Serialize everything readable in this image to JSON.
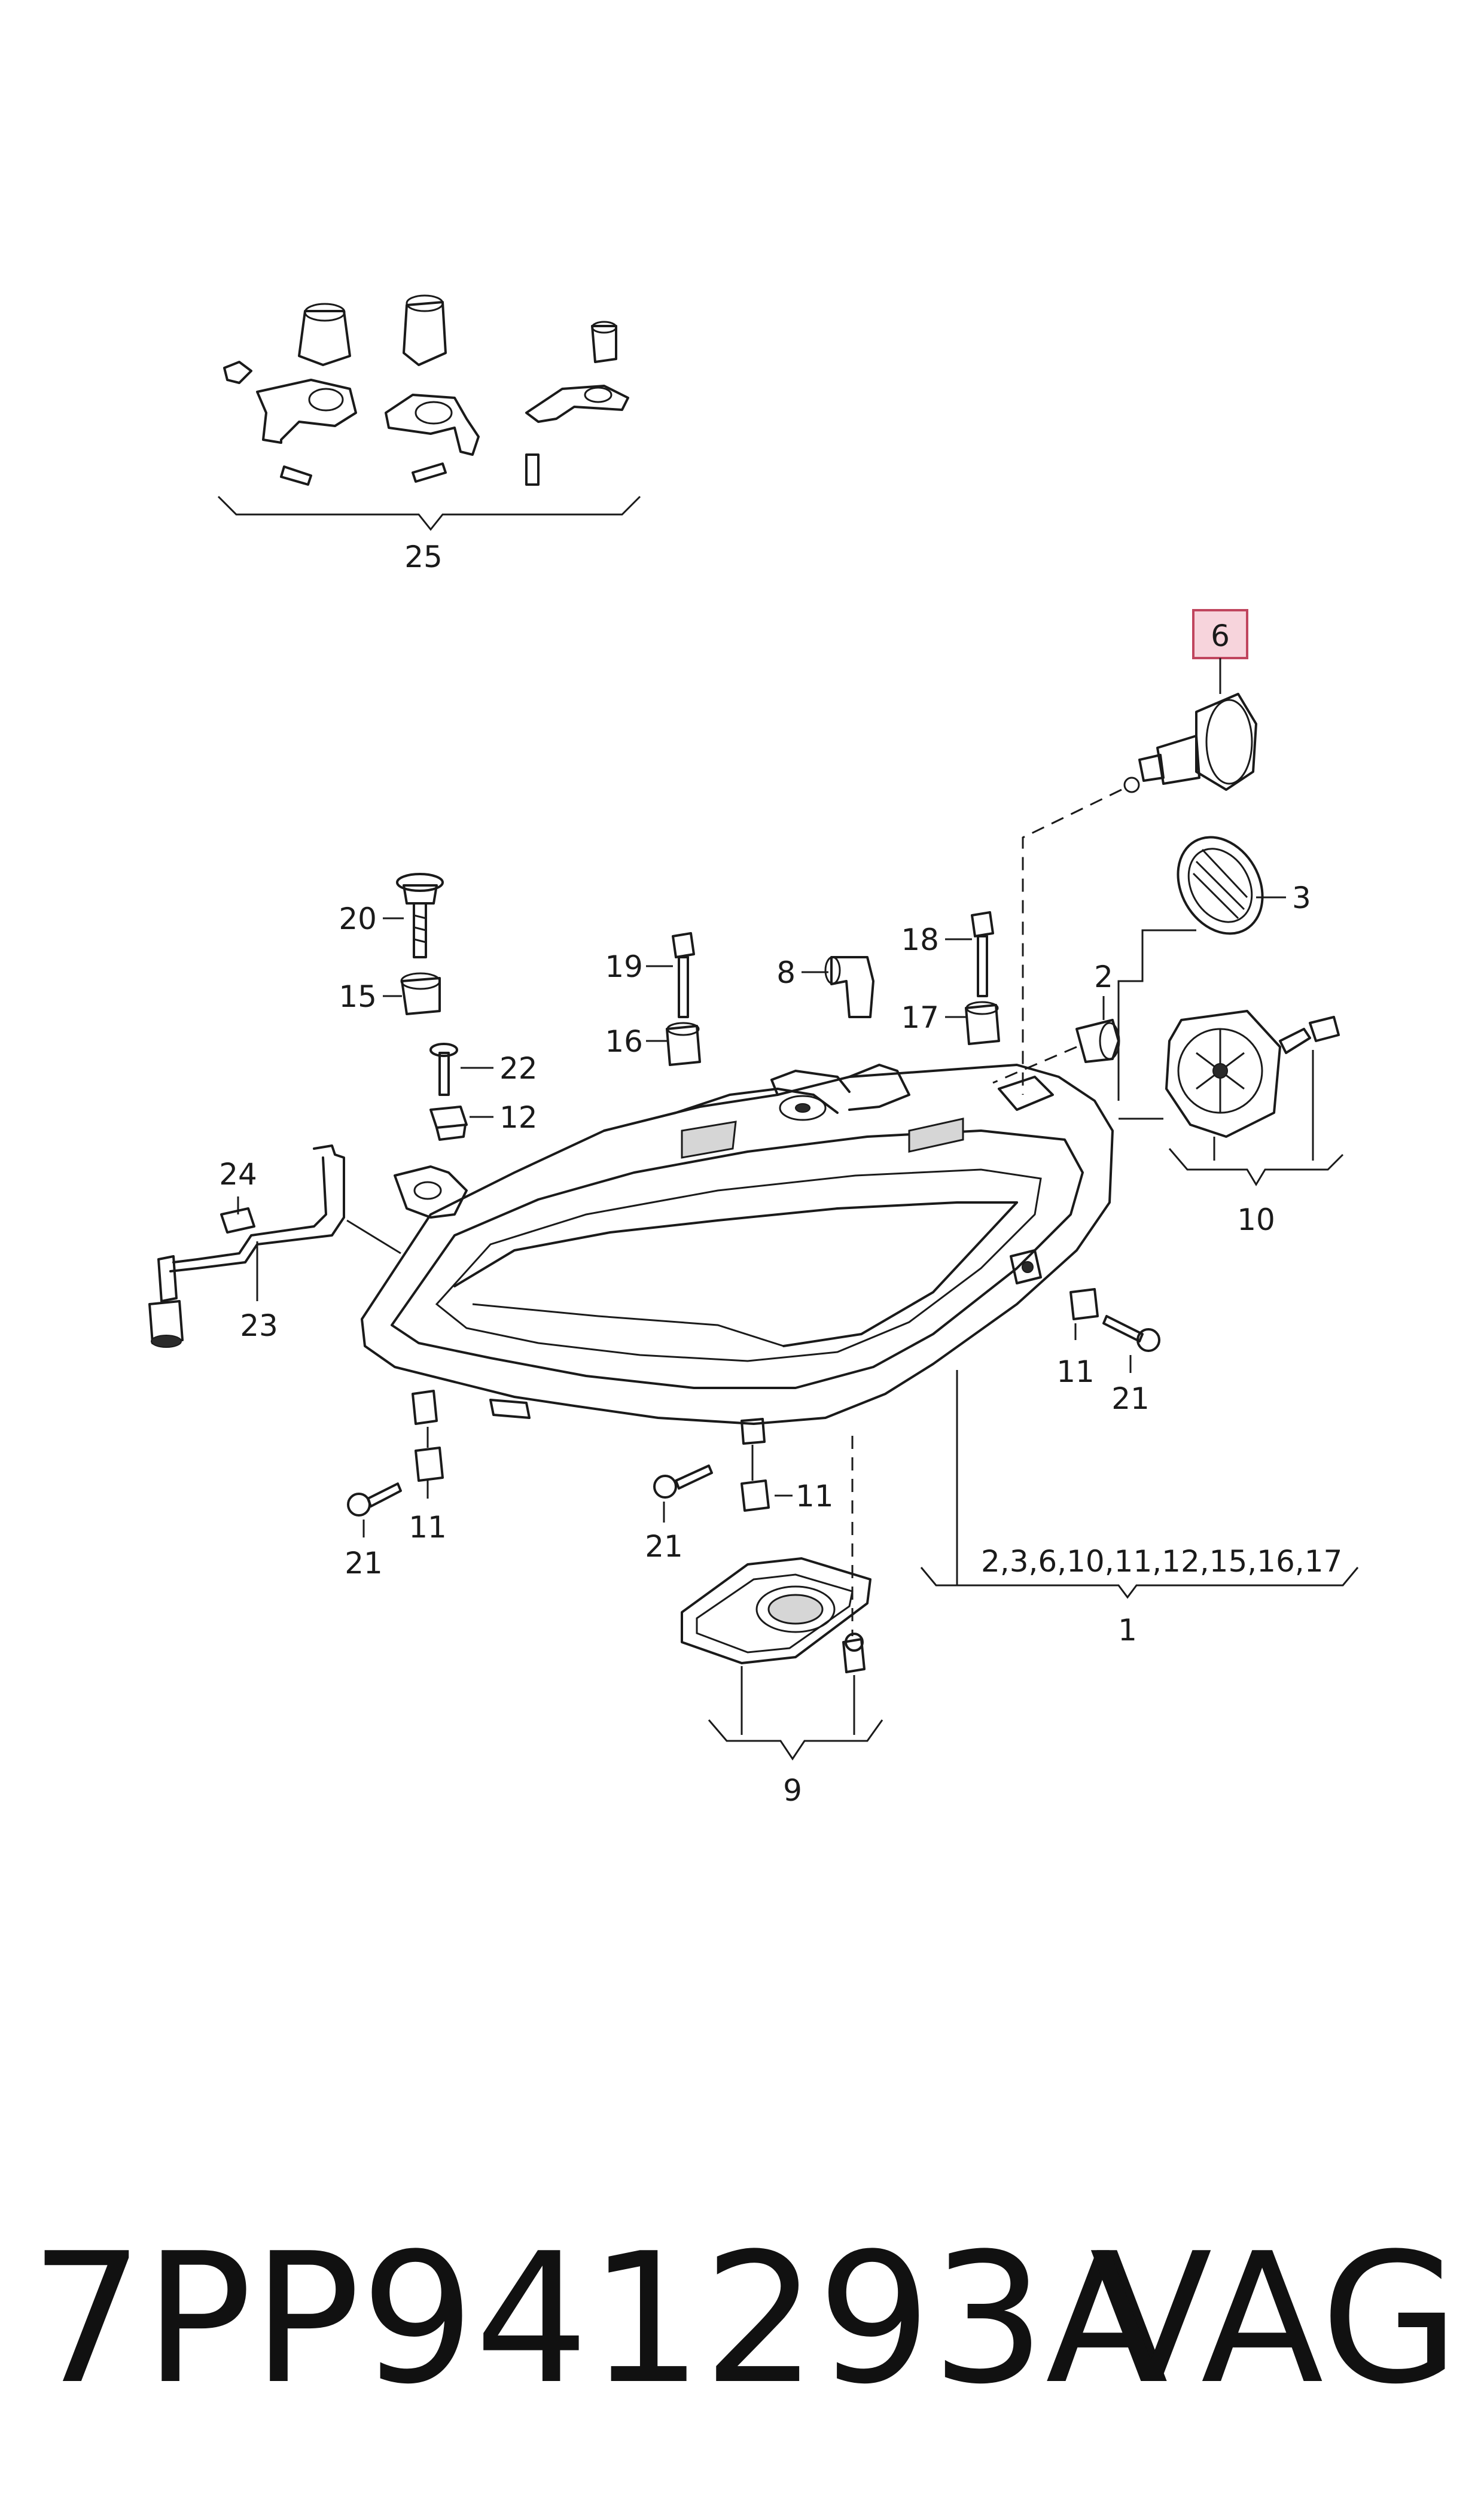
{
  "diagram": {
    "callouts": {
      "c1": "1",
      "c2": "2",
      "c3": "3",
      "c6": "6",
      "c8": "8",
      "c9": "9",
      "c10": "10",
      "c11a": "11",
      "c11b": "11",
      "c11c": "11",
      "c12": "12",
      "c15": "15",
      "c16": "16",
      "c17": "17",
      "c18": "18",
      "c19": "19",
      "c20": "20",
      "c21a": "21",
      "c21b": "21",
      "c21c": "21",
      "c22": "22",
      "c23": "23",
      "c24": "24",
      "c25": "25",
      "assembly_list": "2,3,6,10,11,12,15,16,17"
    },
    "highlighted_callout": "6",
    "highlight_color": "#f7d4dc"
  },
  "footer": {
    "part_number": "7PP941293A",
    "brand": "VAG"
  }
}
